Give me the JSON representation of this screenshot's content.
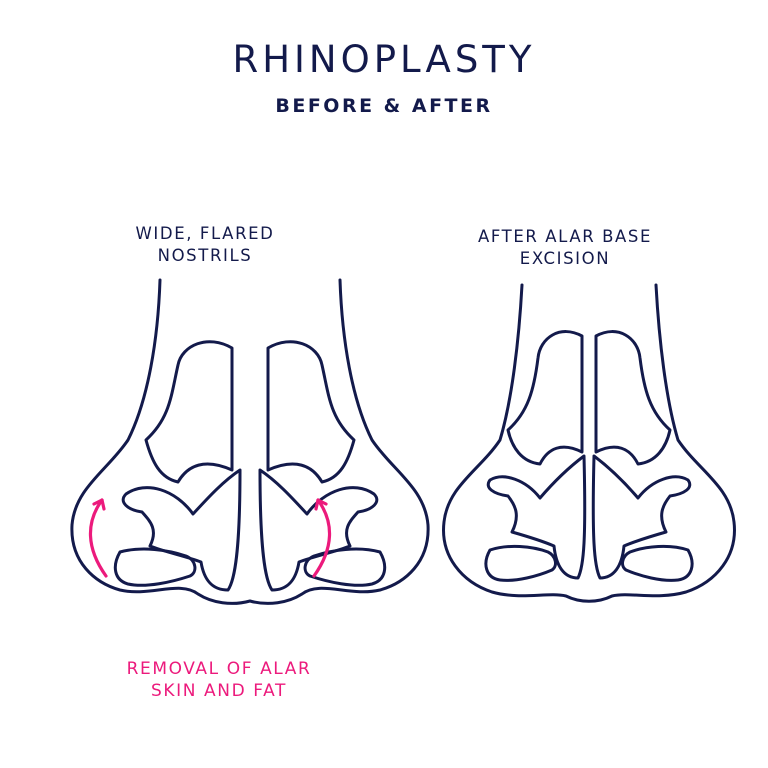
{
  "title": "RHINOPLASTY",
  "subtitle": "BEFORE & AFTER",
  "before": {
    "caption": "WIDE, FLARED\nNOSTRILS",
    "note": "REMOVAL OF ALAR\nSKIN AND FAT"
  },
  "after": {
    "caption": "AFTER ALAR BASE\nEXCISION"
  },
  "colors": {
    "outline": "#131a4b",
    "accent": "#ec1a7c",
    "background": "#ffffff"
  }
}
